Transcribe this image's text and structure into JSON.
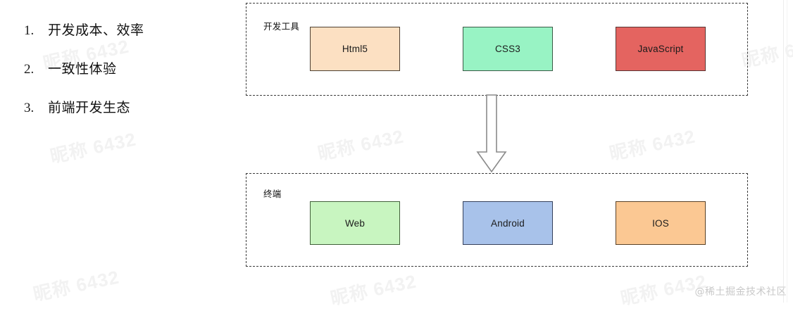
{
  "list": {
    "items": [
      {
        "num": "1.",
        "text": "开发成本、效率"
      },
      {
        "num": "2.",
        "text": "一致性体验"
      },
      {
        "num": "3.",
        "text": "前端开发生态"
      }
    ]
  },
  "diagram": {
    "groups": [
      {
        "id": "tools",
        "label": "开发工具",
        "nodes": [
          {
            "id": "html5",
            "label": "Html5",
            "fill": "#fce0c2",
            "stroke": "#4d4032"
          },
          {
            "id": "css3",
            "label": "CSS3",
            "fill": "#98f3c4",
            "stroke": "#3c5b47"
          },
          {
            "id": "js",
            "label": "JavaScript",
            "fill": "#e46460",
            "stroke": "#5a3533"
          }
        ]
      },
      {
        "id": "terminal",
        "label": "终端",
        "nodes": [
          {
            "id": "web",
            "label": "Web",
            "fill": "#c8f5c0",
            "stroke": "#41603a"
          },
          {
            "id": "android",
            "label": "Android",
            "fill": "#a8c2ea",
            "stroke": "#36415c"
          },
          {
            "id": "ios",
            "label": "IOS",
            "fill": "#fbc893",
            "stroke": "#5a4227"
          }
        ]
      }
    ],
    "arrow": {
      "name": "down-block-arrow",
      "direction": "down",
      "fill": "#ffffff",
      "stroke": "#8a8a8a"
    }
  },
  "watermarks": {
    "corner": "@稀土掘金技术社区",
    "tiled_text": "昵称 6432",
    "color": "#f2f2f2"
  }
}
